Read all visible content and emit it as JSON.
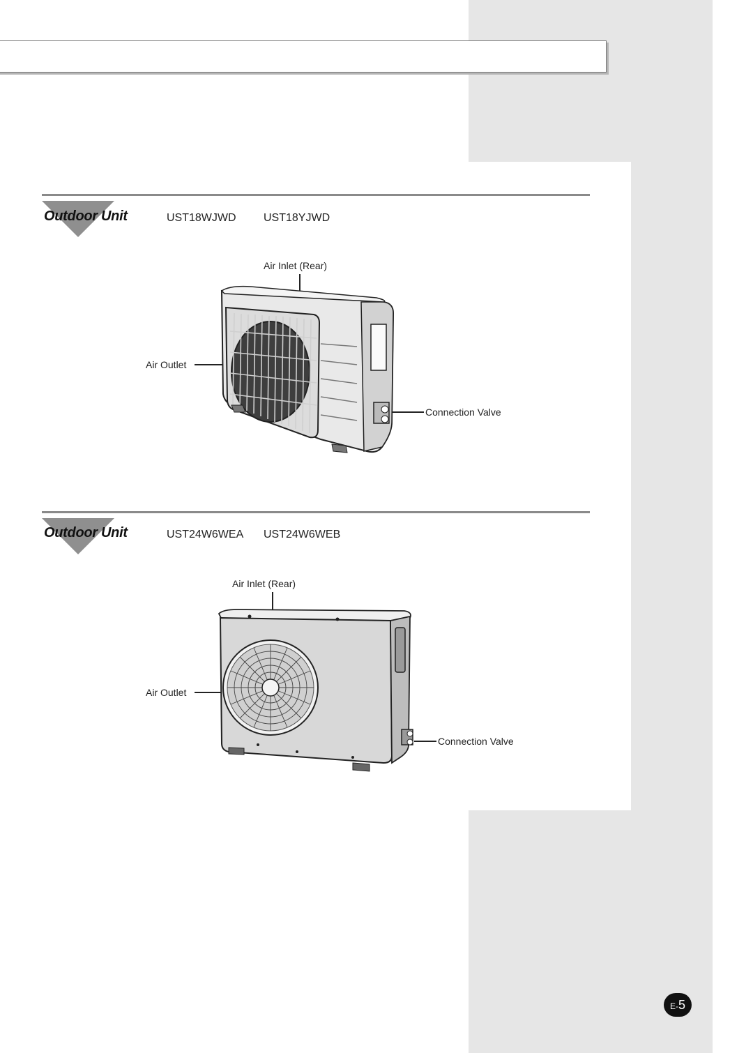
{
  "sections": [
    {
      "title": "Outdoor Unit",
      "models": [
        "UST18WJWD",
        "UST18YJWD"
      ],
      "labels": {
        "air_inlet": "Air Inlet (Rear)",
        "air_outlet": "Air Outlet",
        "connection_valve": "Connection Valve"
      }
    },
    {
      "title": "Outdoor Unit",
      "models": [
        "UST24W6WEA",
        "UST24W6WEB"
      ],
      "labels": {
        "air_inlet": "Air Inlet (Rear)",
        "air_outlet": "Air Outlet",
        "connection_valve": "Connection Valve"
      }
    }
  ],
  "page": {
    "prefix": "E-",
    "number": "5"
  },
  "colors": {
    "side_band": "#e6e6e6",
    "rule": "#8a8a8a",
    "triangle": "#8f8f8f"
  }
}
